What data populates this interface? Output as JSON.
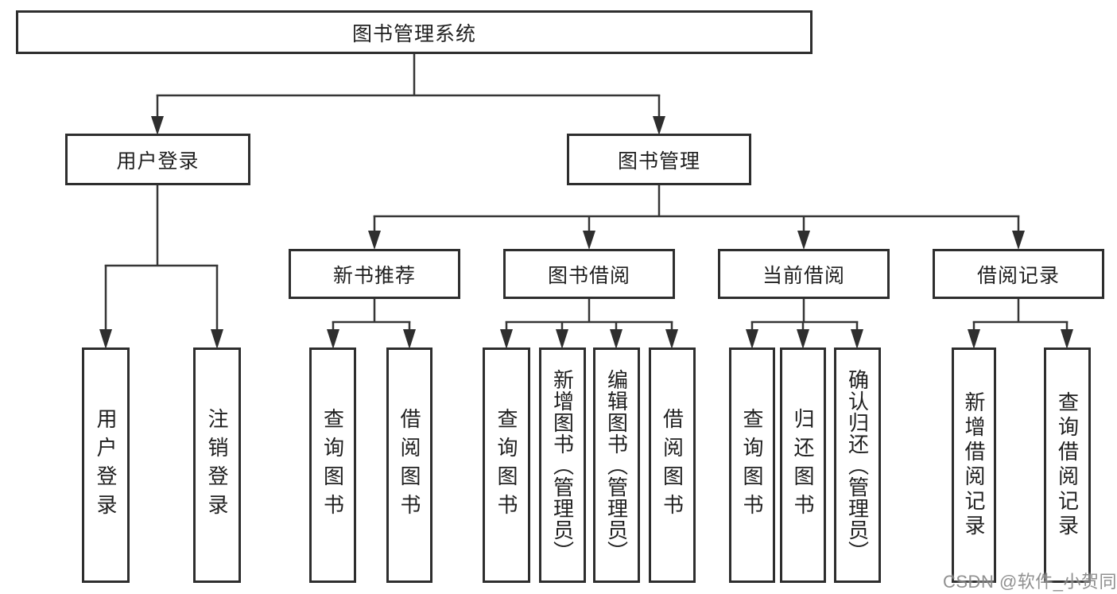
{
  "colors": {
    "background": "#ffffff",
    "box_border": "#2e2e2e",
    "connector_line": "#363636",
    "text": "#1f1f1f",
    "watermark_text": "#7d7d7d"
  },
  "watermark": {
    "text": "CSDN @软件_小贺同学"
  },
  "diagram": {
    "root": {
      "label": "图书管理系统"
    },
    "level2": [
      {
        "label": "用户登录"
      },
      {
        "label": "图书管理"
      }
    ],
    "level3": [
      {
        "label": "新书推荐",
        "parent": "图书管理"
      },
      {
        "label": "图书借阅",
        "parent": "图书管理"
      },
      {
        "label": "当前借阅",
        "parent": "图书管理"
      },
      {
        "label": "借阅记录",
        "parent": "图书管理"
      }
    ],
    "leaves": [
      {
        "label": "用户登录",
        "parent": "用户登录"
      },
      {
        "label": "注销登录",
        "parent": "用户登录"
      },
      {
        "label": "查询图书",
        "parent": "新书推荐"
      },
      {
        "label": "借阅图书",
        "parent": "新书推荐"
      },
      {
        "label": "查询图书",
        "parent": "图书借阅"
      },
      {
        "label": "新增图书（管理员）",
        "parent": "图书借阅"
      },
      {
        "label": "编辑图书（管理员）",
        "parent": "图书借阅"
      },
      {
        "label": "借阅图书",
        "parent": "图书借阅"
      },
      {
        "label": "查询图书",
        "parent": "当前借阅"
      },
      {
        "label": "归还图书",
        "parent": "当前借阅"
      },
      {
        "label": "确认归还（管理员）",
        "parent": "当前借阅"
      },
      {
        "label": "新增借阅记录",
        "parent": "借阅记录"
      },
      {
        "label": "查询借阅记录",
        "parent": "借阅记录"
      }
    ]
  }
}
